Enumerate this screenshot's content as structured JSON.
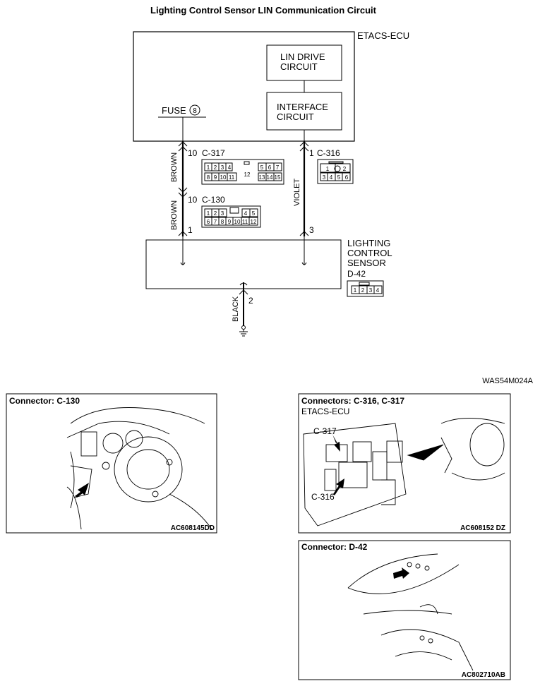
{
  "title": "Lighting Control Sensor LIN Communication Circuit",
  "figure_id": "WAS54M024A",
  "etacs_label": "ETACS-ECU",
  "lin_drive": [
    "LIN DRIVE",
    "CIRCUIT"
  ],
  "interface": [
    "INTERFACE",
    "CIRCUIT"
  ],
  "fuse": {
    "label": "FUSE",
    "number": "8"
  },
  "left_wire": {
    "color_upper": "BROWN",
    "color_lower": "BROWN",
    "c317_pin": "10",
    "c317_name": "C-317",
    "c130_pin": "10",
    "c130_name": "C-130",
    "sensor_pin": "1"
  },
  "right_wire": {
    "color": "VIOLET",
    "c316_pin": "1",
    "c316_name": "C-316",
    "sensor_pin": "3"
  },
  "ground_wire": {
    "color": "BLACK",
    "pin": "2"
  },
  "sensor": {
    "lines": [
      "LIGHTING",
      "CONTROL",
      "SENSOR"
    ],
    "connector": "D-42"
  },
  "connector_faces": {
    "c317": {
      "top": [
        "1",
        "2",
        "3",
        "4",
        "12",
        "5",
        "6",
        "7"
      ],
      "bottom": [
        "8",
        "9",
        "10",
        "11",
        "13",
        "14",
        "15"
      ]
    },
    "c316": {
      "top": [
        "1",
        "2"
      ],
      "bottom": [
        "3",
        "4",
        "5",
        "6"
      ]
    },
    "c130": {
      "top": [
        "1",
        "2",
        "3",
        "4",
        "5"
      ],
      "bottom": [
        "6",
        "7",
        "8",
        "9",
        "10",
        "11",
        "12"
      ]
    },
    "d42": [
      "1",
      "2",
      "3",
      "4"
    ]
  },
  "panels": {
    "c130": {
      "title": "Connector: C-130",
      "code": "AC608145DD"
    },
    "c316_c317": {
      "title": "Connectors: C-316, C-317",
      "subtitle": "ETACS-ECU",
      "label_a": "C-317",
      "label_b": "C-316",
      "code": "AC608152 DZ"
    },
    "d42": {
      "title": "Connector: D-42",
      "code": "AC802710AB"
    }
  }
}
